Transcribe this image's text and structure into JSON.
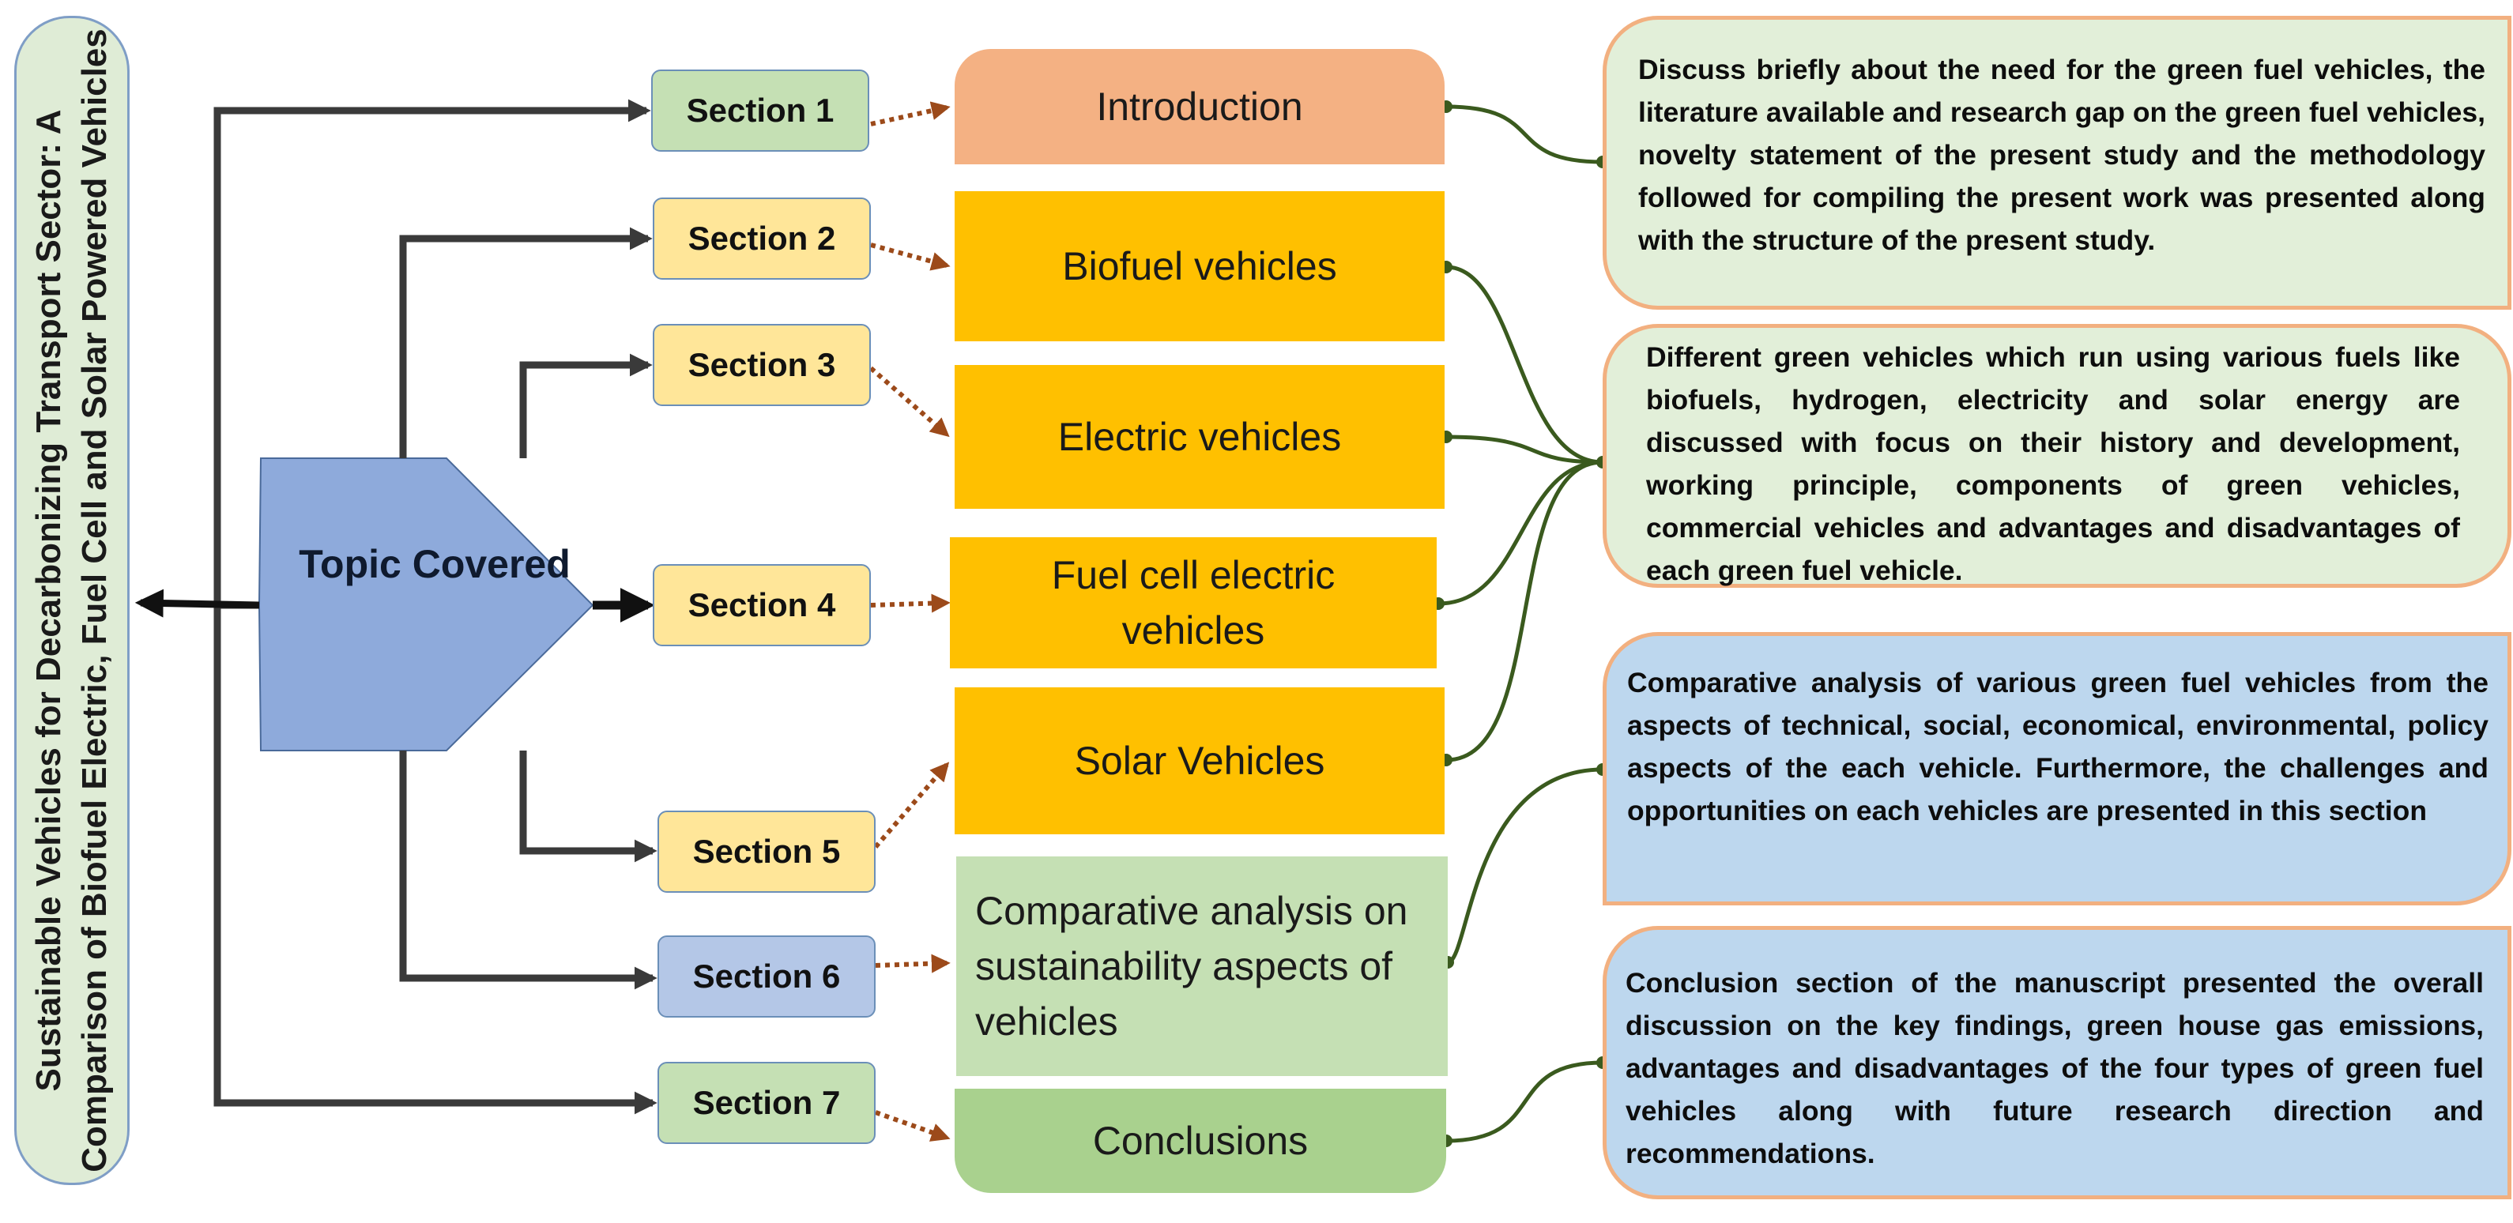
{
  "title": "Sustainable Vehicles for Decarbonizing Transport Sector: A Comparison of Biofuel Electric, Fuel Cell and Solar Powered Vehicles",
  "center": {
    "label": "Topic Covered"
  },
  "colors": {
    "green_fill": "#c5e0b4",
    "yellow_fill": "#ffe699",
    "blue_fill": "#b4c7e7",
    "salmon": "#f4b183",
    "gold": "#ffc000",
    "connector": "#3a5a1e",
    "dotted": "#9c4a1a"
  },
  "sections": [
    {
      "label": "Section 1",
      "topic": "Introduction"
    },
    {
      "label": "Section 2",
      "topic": "Biofuel vehicles"
    },
    {
      "label": "Section 3",
      "topic": "Electric vehicles"
    },
    {
      "label": "Section 4",
      "topic": "Fuel cell electric vehicles"
    },
    {
      "label": "Section 5",
      "topic": "Solar Vehicles"
    },
    {
      "label": "Section 6",
      "topic": "Comparative analysis on sustainability aspects of vehicles"
    },
    {
      "label": "Section 7",
      "topic": "Conclusions"
    }
  ],
  "descriptions": [
    "Discuss briefly about the need for the green fuel vehicles, the literature available and research gap on the green fuel vehicles, novelty statement of the present study and the methodology followed for compiling the present work was presented along with the structure of the present study.",
    "Different green vehicles which run using various fuels like biofuels, hydrogen, electricity and solar energy are discussed with focus on their history and development, working principle, components of green vehicles, commercial vehicles and advantages and disadvantages of each green fuel vehicle.",
    "Comparative analysis of various green fuel vehicles from the aspects of technical, social, economical, environmental, policy aspects of the each vehicle. Furthermore, the challenges and opportunities on each vehicles are presented in this section",
    "Conclusion section of the manuscript presented the overall discussion on the key findings, green house gas emissions, advantages and disadvantages of the four types of green fuel vehicles along with future research direction and recommendations."
  ]
}
